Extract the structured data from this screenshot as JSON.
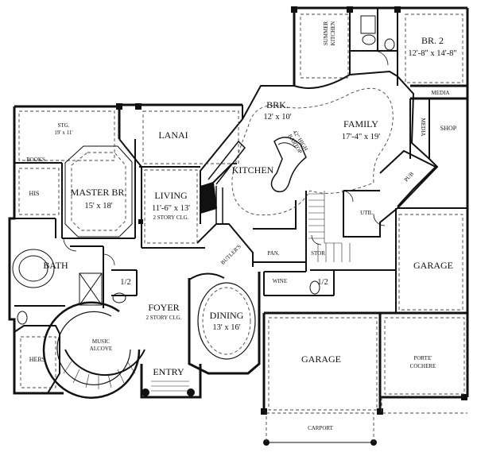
{
  "rooms": {
    "summer_kitchen": [
      "SUMMER",
      "KITCHEN"
    ],
    "br2": {
      "name": "BR. 2",
      "dim": "12'-8\" x 14'-8\""
    },
    "media_top": "MEDIA",
    "media_side": "MEDIA",
    "shop": "SHOP",
    "brk": {
      "name": "BRK.",
      "dim": "12' x 10'"
    },
    "family": {
      "name": "FAMILY",
      "dim": "17'-4\" x 19'"
    },
    "bartop": [
      "42\" HIGH",
      "BARTOP"
    ],
    "kitchen": "KITCHEN",
    "pub": "PUB",
    "util": "UTIL.",
    "stg": {
      "name": "STG.",
      "dim": "19' x 11'"
    },
    "lanai": "LANAI",
    "books": "BOOKS",
    "his": "HIS",
    "master": {
      "name": "MASTER BR.",
      "dim": "15' x 18'"
    },
    "living": {
      "name": "LIVING",
      "dim": "11'-6\" x 13'",
      "note": "2 STORY CLG."
    },
    "bath": "BATH",
    "half_bath_left": "1/2",
    "butlers": "BUTLER'S",
    "pan": "PAN.",
    "stor": "STOR",
    "wine": "WINE",
    "half_bath_right": "1/2",
    "garage_right": "GARAGE",
    "foyer": {
      "name": "FOYER",
      "note": "2 STORY CLG."
    },
    "dining": {
      "name": "DINING",
      "dim": "13' x 16'"
    },
    "music": [
      "MUSIC",
      "ALCOVE"
    ],
    "hers": "HERS",
    "entry": "ENTRY",
    "garage_center": "GARAGE",
    "porte": [
      "PORTE'",
      "COCHERE"
    ],
    "carport": "CARPORT"
  }
}
